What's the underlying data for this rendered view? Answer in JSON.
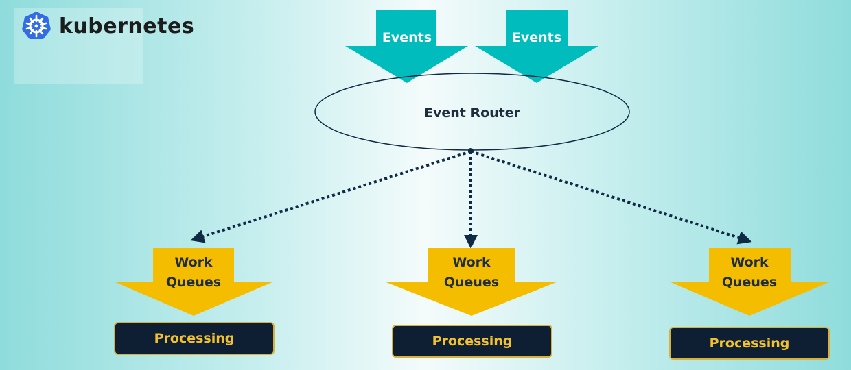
{
  "brand": {
    "name": "kubernetes",
    "logo_icon": "kubernetes-helm-icon",
    "color": "#326ce5"
  },
  "diagram": {
    "input_arrows": [
      {
        "label": "Events"
      },
      {
        "label": "Events"
      }
    ],
    "router": {
      "label": "Event Router"
    },
    "queues": [
      {
        "label_line1": "Work",
        "label_line2": "Queues",
        "action": "Processing"
      },
      {
        "label_line1": "Work",
        "label_line2": "Queues",
        "action": "Processing"
      },
      {
        "label_line1": "Work",
        "label_line2": "Queues",
        "action": "Processing"
      }
    ]
  },
  "colors": {
    "event_arrow": "#00bcbc",
    "queue_arrow": "#f5bd00",
    "processing_box": "#0f1f33",
    "connector": "#0f2a44"
  }
}
